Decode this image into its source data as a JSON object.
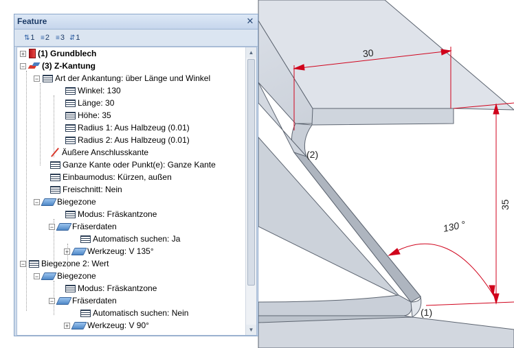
{
  "panel": {
    "title": "Feature",
    "close_label": "✕",
    "toolbar": [
      "1",
      "2",
      "3",
      "1"
    ]
  },
  "tree": [
    {
      "label": "(1) Grundblech",
      "bold": true,
      "icon": "red-block-icon",
      "expander": "+"
    },
    {
      "label": "(3) Z-Kantung",
      "bold": true,
      "icon": "bend-feature-icon",
      "expander": "−"
    },
    {
      "label": "Art der Ankantung:  über Länge und Winkel",
      "icon": "parameter-table-icon",
      "expander": "−"
    },
    {
      "label": "Winkel: 130",
      "icon": "parameter-table-icon"
    },
    {
      "label": "Länge: 30",
      "icon": "parameter-table-icon"
    },
    {
      "label": "Höhe: 35",
      "icon": "parameter-table-icon"
    },
    {
      "label": "Radius 1: Aus Halbzeug (0.01)",
      "icon": "parameter-table-icon"
    },
    {
      "label": "Radius 2: Aus Halbzeug (0.01)",
      "icon": "parameter-table-icon"
    },
    {
      "label": "Äußere Anschlusskante",
      "icon": "edge-line-icon"
    },
    {
      "label": "Ganze Kante oder Punkt(e): Ganze Kante",
      "icon": "parameter-table-icon"
    },
    {
      "label": "Einbaumodus: Kürzen, außen",
      "icon": "parameter-table-icon"
    },
    {
      "label": "Freischnitt: Nein",
      "icon": "parameter-table-icon"
    },
    {
      "label": "Biegezone",
      "icon": "bend-zone-icon",
      "expander": "−"
    },
    {
      "label": "Modus: Fräskantzone",
      "icon": "parameter-table-icon"
    },
    {
      "label": "Fräserdaten",
      "icon": "bend-zone-icon",
      "expander": "−"
    },
    {
      "label": "Automatisch suchen: Ja",
      "icon": "parameter-table-icon"
    },
    {
      "label": "Werkzeug: V 135°",
      "icon": "bend-zone-icon",
      "expander": "+"
    },
    {
      "label": "Biegezone 2: Wert",
      "icon": "parameter-table-icon",
      "expander": "−"
    },
    {
      "label": "Biegezone",
      "icon": "bend-zone-icon",
      "expander": "−"
    },
    {
      "label": "Modus: Fräskantzone",
      "icon": "parameter-table-icon"
    },
    {
      "label": "Fräserdaten",
      "icon": "bend-zone-icon",
      "expander": "−"
    },
    {
      "label": "Automatisch suchen: Nein",
      "icon": "parameter-table-icon"
    },
    {
      "label": "Werkzeug: V 90°",
      "icon": "bend-zone-icon",
      "expander": "+"
    }
  ],
  "drawing": {
    "dim_length": "30",
    "dim_height": "35",
    "dim_angle": "130 °",
    "label_1": "(1)",
    "label_2": "(2)",
    "dim_color": "#d0021b"
  }
}
